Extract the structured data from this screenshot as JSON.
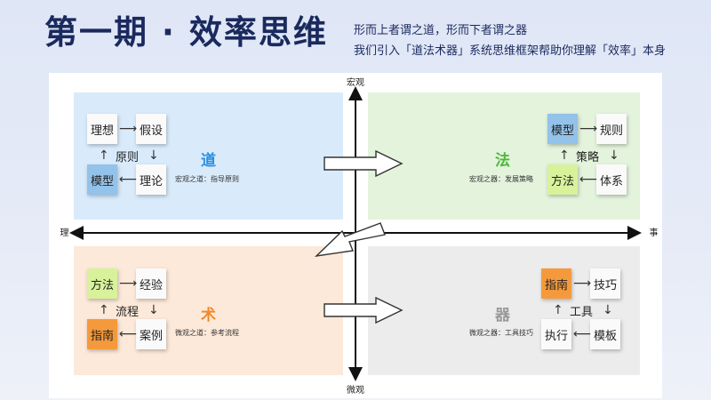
{
  "header": {
    "title": "第一期 · 效率思维",
    "subtitle_line1": "形而上者谓之道，形而下者谓之器",
    "subtitle_line2": "我们引入「道法术器」系统思维框架帮助你理解「效率」本身"
  },
  "axes": {
    "top": "宏观",
    "bottom": "微观",
    "left": "理",
    "right": "事"
  },
  "quadrants": {
    "dao": {
      "label": "道",
      "caption": "宏观之道：指导原则",
      "color": "#2b8fe0",
      "cards": [
        "理想",
        "假设",
        "模型",
        "理论"
      ],
      "center": "原则"
    },
    "fa": {
      "label": "法",
      "caption": "宏观之器：发展策略",
      "color": "#4fb83a",
      "cards": [
        "模型",
        "规则",
        "方法",
        "体系"
      ],
      "center": "策略"
    },
    "shu": {
      "label": "术",
      "caption": "微观之道：参考流程",
      "color": "#f0892b",
      "cards": [
        "方法",
        "经验",
        "指南",
        "案例"
      ],
      "center": "流程"
    },
    "qi": {
      "label": "器",
      "caption": "微观之器：工具技巧",
      "color": "#999999",
      "cards": [
        "指南",
        "技巧",
        "执行",
        "模板"
      ],
      "center": "工具"
    }
  },
  "symbols": {
    "right": "⟶",
    "left": "⟵",
    "up": "↑",
    "down": "↓"
  }
}
